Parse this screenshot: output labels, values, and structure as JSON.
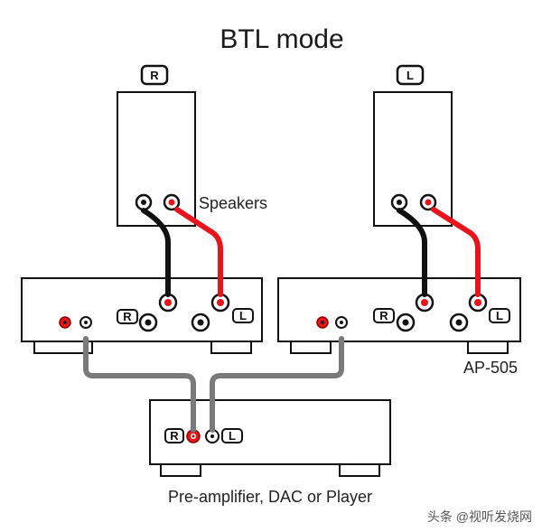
{
  "title": "BTL mode",
  "speakers": {
    "label": "Speakers",
    "right_badge": "R",
    "left_badge": "L"
  },
  "amplifiers": {
    "model_label": "AP-505",
    "channel_badges": [
      "R",
      "L"
    ]
  },
  "source": {
    "label": "Pre-amplifier, DAC or Player",
    "badges": [
      "R",
      "L"
    ]
  },
  "watermark": "头条 @视听发烧网",
  "colors": {
    "positive_cable": "#e8141c",
    "negative_cable": "#111111",
    "signal_cable": "#7a7a7a",
    "outline": "#111111"
  }
}
